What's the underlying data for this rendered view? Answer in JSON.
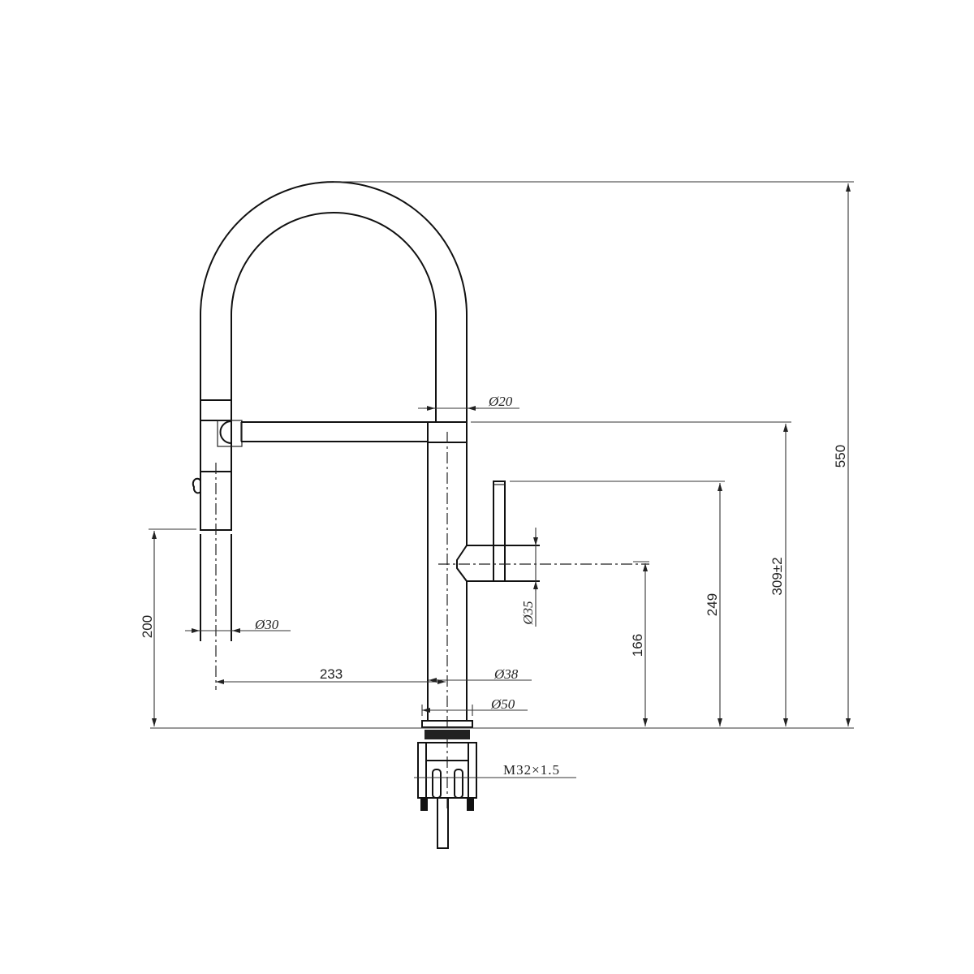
{
  "drawing": {
    "dimensions": {
      "total_height": "550",
      "spout_height": "309±2",
      "handle_top_height": "249",
      "handle_axis_height": "166",
      "spray_head_height": "200",
      "reach": "233",
      "hose_diameter": "Ø20",
      "spray_head_diameter": "Ø30",
      "body_diameter": "Ø38",
      "base_diameter": "Ø50",
      "handle_diameter": "Ø35",
      "thread": "M32×1.5"
    },
    "line_color": "#111111",
    "background": "#ffffff"
  }
}
